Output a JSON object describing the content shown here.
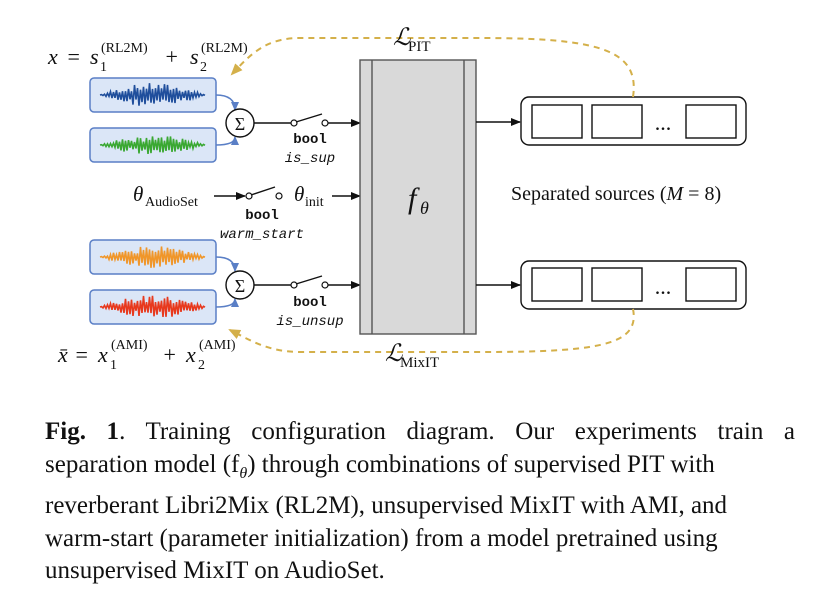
{
  "diagram": {
    "model_label": "f",
    "model_label_sub": "θ",
    "separated_label": "Separated sources (",
    "separated_m": "M",
    "separated_eq": " = 8)",
    "ellipsis": "...",
    "loss_pit": {
      "main": "ℒ",
      "sub": "PIT"
    },
    "loss_mixit": {
      "main": "ℒ",
      "sub": "MixIT"
    },
    "sum_symbol": "Σ",
    "switches": {
      "sup": {
        "bool": "bool",
        "name": "is_sup"
      },
      "warm": {
        "bool": "bool",
        "name": "warm_start"
      },
      "unsup": {
        "bool": "bool",
        "name": "is_unsup"
      }
    },
    "theta_audioset": {
      "main": "θ",
      "sub": "AudioSet"
    },
    "theta_init": {
      "main": "θ",
      "sub": "init"
    },
    "eq_top": {
      "lhs": "x",
      "eq": " = ",
      "s": "s",
      "i1": "1",
      "i2": "2",
      "sup": "(RL2M)",
      "plus": " + "
    },
    "eq_bottom": {
      "lhs": "x̄",
      "eq": " = ",
      "s": "x",
      "i1": "1",
      "i2": "2",
      "sup": "(AMI)",
      "plus": " + "
    },
    "colors": {
      "blue_wave": "#1f4e9c",
      "green_wave": "#3aa832",
      "orange_wave": "#f0962a",
      "red_wave": "#e8391d",
      "wave_box_fill": "#dbe6f7",
      "wave_box_stroke": "#5a7fc6",
      "model_fill": "#d9d9d9",
      "loss_arrow": "#d4b04a"
    }
  },
  "caption": {
    "label": "Fig. 1",
    "lines": [
      ".  Training configuration diagram.  Our experiments train a",
      "separation model (f",
      ") through combinations of supervised PIT with",
      "reverberant Libri2Mix (RL2M), unsupervised MixIT with AMI, and",
      "warm-start (parameter initialization) from a model pretrained using",
      "unsupervised MixIT on AudioSet."
    ],
    "f_theta_sub": "θ"
  }
}
